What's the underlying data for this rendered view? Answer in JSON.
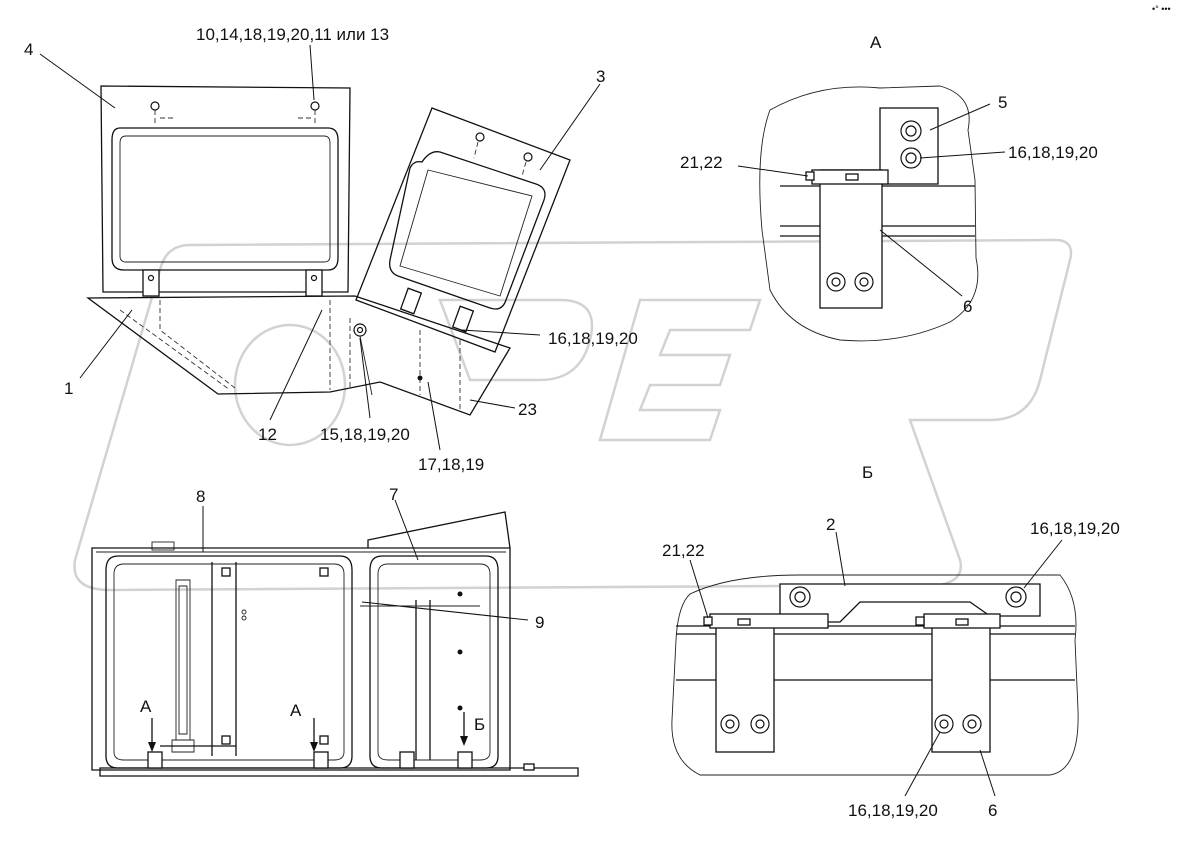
{
  "watermark": {
    "text": "OPEX"
  },
  "corner_mark": "•° •••",
  "views": {
    "a_title": "А",
    "b_title": "Б",
    "arrow_a_left": "А",
    "arrow_a_right": "А",
    "arrow_b": "Б"
  },
  "callouts": {
    "c1": "1",
    "c2": "2",
    "c3": "3",
    "c4": "4",
    "c5": "5",
    "c6_a": "6",
    "c6_b": "6",
    "c7": "7",
    "c8": "8",
    "c9": "9",
    "c12": "12",
    "c23": "23",
    "c_top": "10,14,18,19,20,11 или 13",
    "c_16_main": "16,18,19,20",
    "c_15": "15,18,19,20",
    "c_17": "17,18,19",
    "c_2122_a": "21,22",
    "c_16_a": "16,18,19,20",
    "c_2122_b": "21,22",
    "c_16_b_top": "16,18,19,20",
    "c_16_b_bottom": "16,18,19,20"
  }
}
